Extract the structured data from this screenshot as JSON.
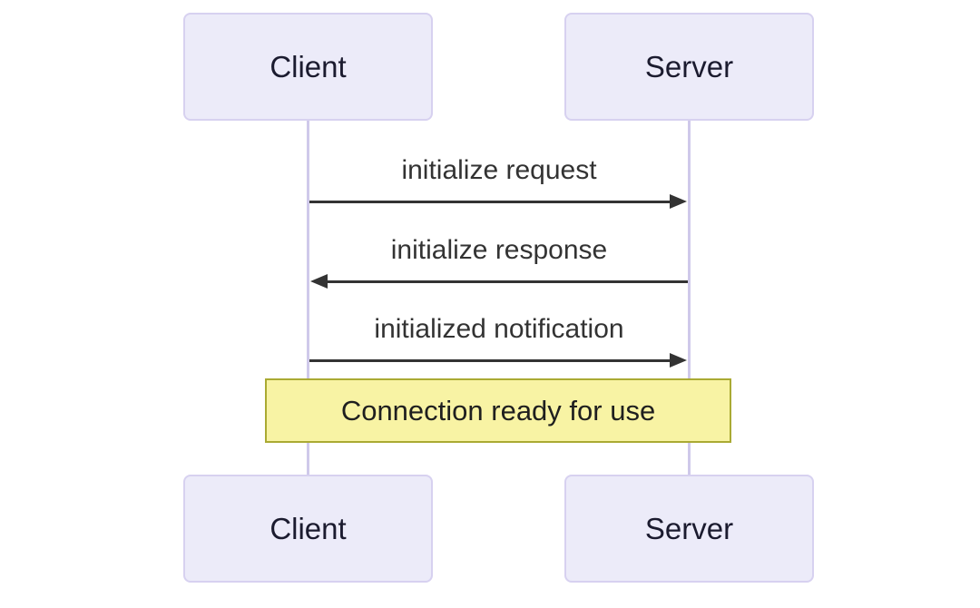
{
  "diagram": {
    "type": "sequence",
    "actors": [
      {
        "id": "client",
        "label": "Client"
      },
      {
        "id": "server",
        "label": "Server"
      }
    ],
    "messages": [
      {
        "label": "initialize request",
        "from": "client",
        "to": "server",
        "direction": "right",
        "line_style": "solid"
      },
      {
        "label": "initialize response",
        "from": "server",
        "to": "client",
        "direction": "left",
        "line_style": "solid"
      },
      {
        "label": "initialized notification",
        "from": "client",
        "to": "server",
        "direction": "right",
        "line_style": "solid"
      }
    ],
    "note": {
      "label": "Connection ready for use",
      "span": "client-server"
    },
    "colors": {
      "actor_fill": "#ecebf9",
      "actor_border": "#d7d1f0",
      "actor_text": "#1b1b2f",
      "lifeline": "#cfc9ea",
      "arrow": "#333333",
      "message_text": "#333333",
      "note_fill": "#f8f3a4",
      "note_border": "#aaaa33",
      "note_text": "#1f1f1f"
    }
  }
}
